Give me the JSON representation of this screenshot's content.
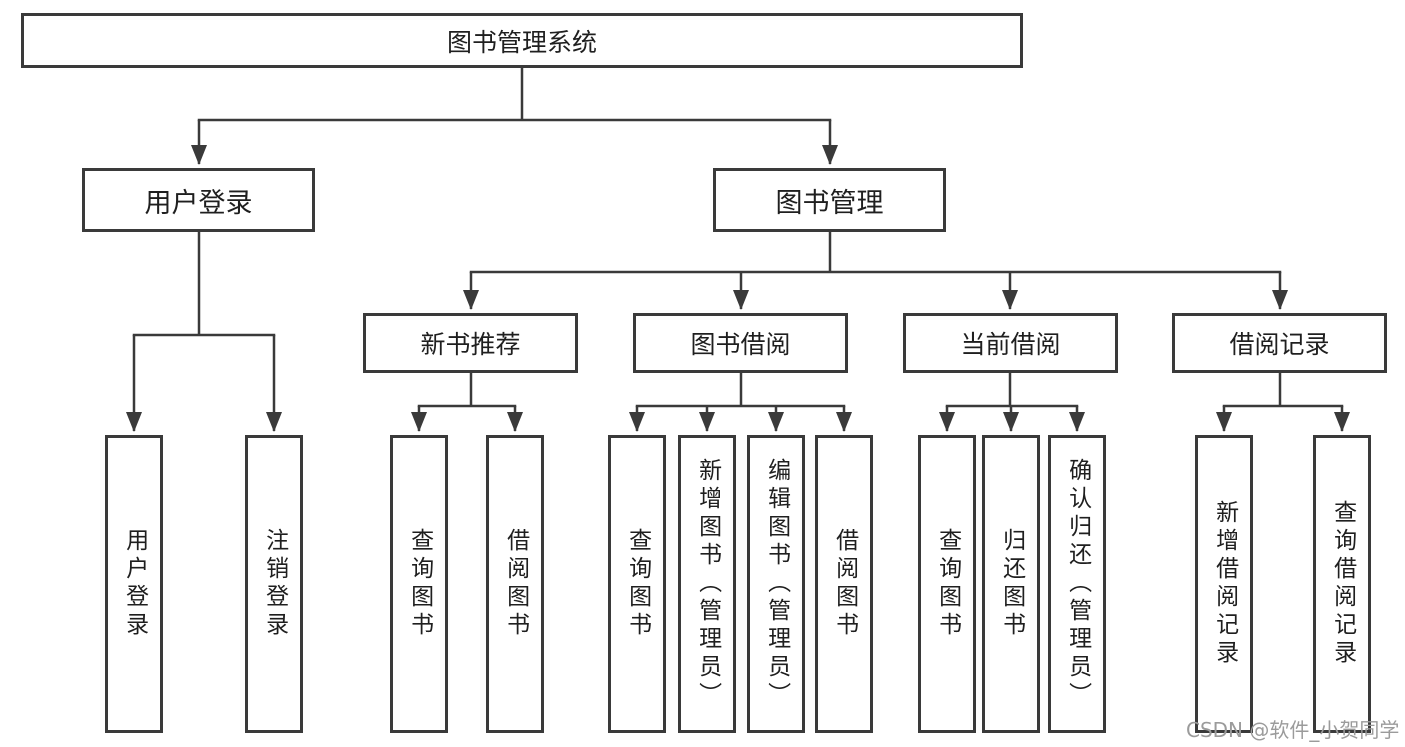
{
  "diagram": {
    "title": "图书管理系统",
    "root": {
      "label": "图书管理系统"
    },
    "level2": [
      {
        "label": "用户登录"
      },
      {
        "label": "图书管理"
      }
    ],
    "level3": [
      {
        "label": "新书推荐"
      },
      {
        "label": "图书借阅"
      },
      {
        "label": "当前借阅"
      },
      {
        "label": "借阅记录"
      }
    ],
    "leaves": [
      {
        "label": "用户登录",
        "parent": "用户登录"
      },
      {
        "label": "注销登录",
        "parent": "用户登录"
      },
      {
        "label": "查询图书",
        "parent": "新书推荐"
      },
      {
        "label": "借阅图书",
        "parent": "新书推荐"
      },
      {
        "label": "查询图书",
        "parent": "图书借阅"
      },
      {
        "label": "新增图书（管理员）",
        "parent": "图书借阅"
      },
      {
        "label": "编辑图书（管理员）",
        "parent": "图书借阅"
      },
      {
        "label": "借阅图书",
        "parent": "图书借阅"
      },
      {
        "label": "查询图书",
        "parent": "当前借阅"
      },
      {
        "label": "归还图书",
        "parent": "当前借阅"
      },
      {
        "label": "确认归还（管理员）",
        "parent": "当前借阅"
      },
      {
        "label": "新增借阅记录",
        "parent": "借阅记录"
      },
      {
        "label": "查询借阅记录",
        "parent": "借阅记录"
      }
    ]
  },
  "watermark": {
    "text": "CSDN @软件_小贺同学"
  },
  "colors": {
    "line": "#3a3a3a",
    "box_border": "#3a3a3a",
    "text": "#1f1f1f",
    "watermark": "#9b9b9b",
    "background": "#ffffff"
  }
}
